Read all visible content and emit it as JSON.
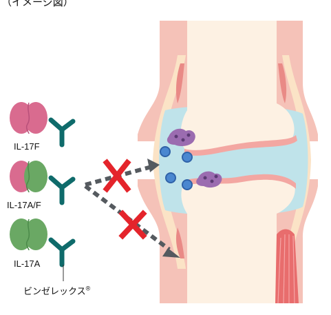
{
  "header": {
    "partial_title": "（イメージ図）"
  },
  "cytokines": [
    {
      "id": "il17f",
      "label": "IL-17F"
    },
    {
      "id": "il17af",
      "label": "IL-17A/F"
    },
    {
      "id": "il17a",
      "label": "IL-17A"
    }
  ],
  "drug": {
    "label": "ビンゼレックス",
    "mark": "®"
  },
  "colors": {
    "il17f_pink": "#d96b8f",
    "il17a_green": "#6aa864",
    "antibody_teal": "#0f6b6b",
    "arrow_gray": "#555a5f",
    "block_red": "#e4242b",
    "bone_cream": "#fdf1e3",
    "bone_pink": "#f6c7c0",
    "synovial_blue": "#bfe3ea",
    "cell_blue": "#4a87d0",
    "osteoclast_purple": "#9b6cb0",
    "muscle_red": "#e86d6d"
  }
}
